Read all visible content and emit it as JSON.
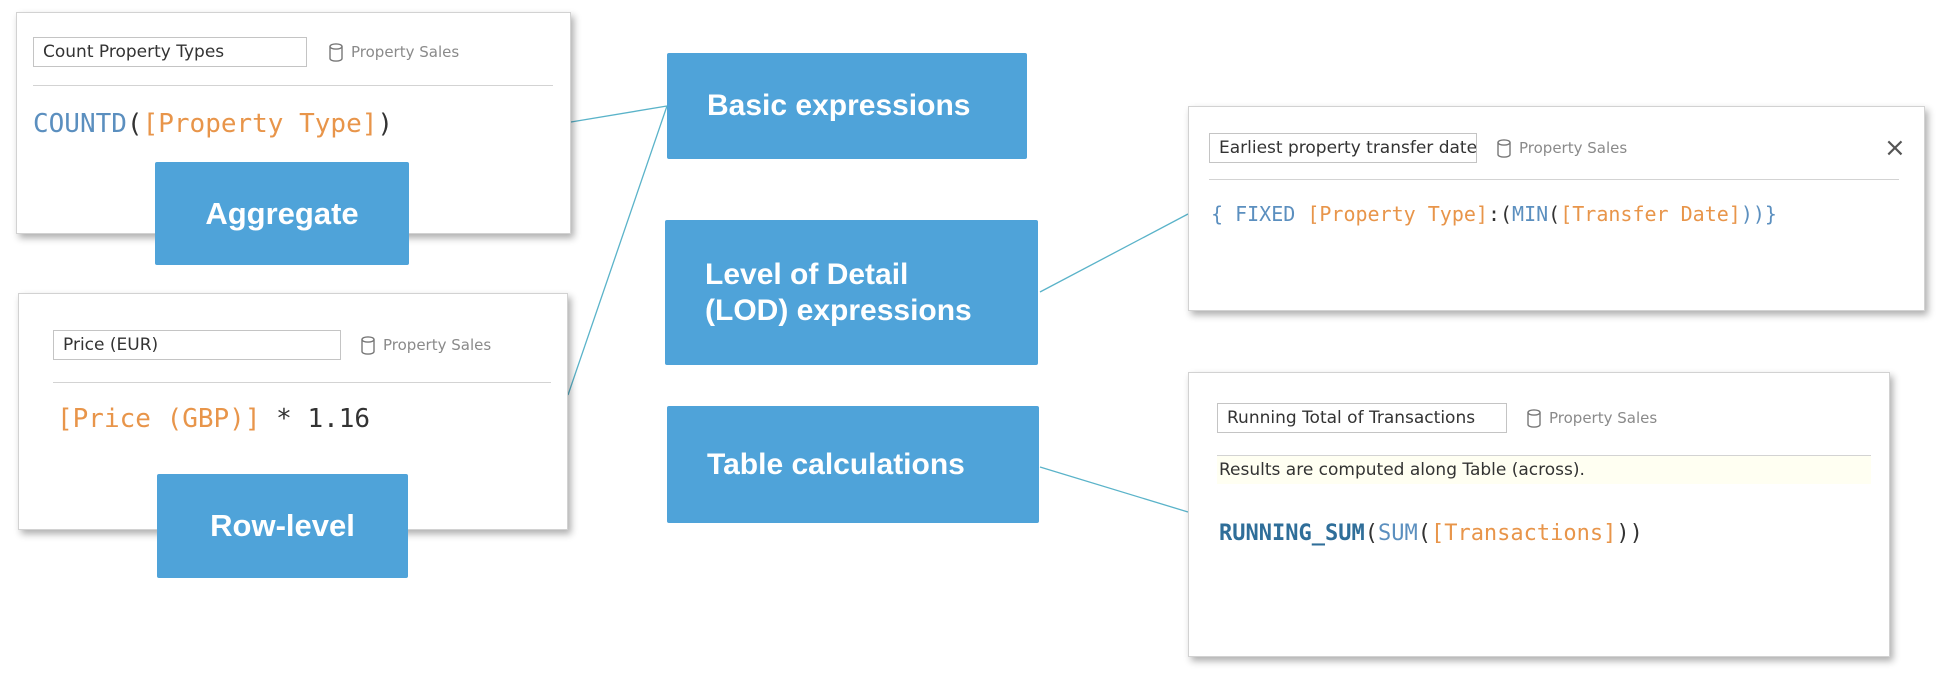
{
  "aggregate_card": {
    "name": "Count Property Types",
    "source": "Property Sales",
    "formula": {
      "fn": "COUNTD",
      "open": "(",
      "field": "[Property Type]",
      "close": ")"
    }
  },
  "rowlevel_card": {
    "name": "Price (EUR)",
    "source": "Property Sales",
    "formula": {
      "field": "[Price (GBP)]",
      "rest": " * 1.16"
    }
  },
  "lod_card": {
    "name": "Earliest property transfer date",
    "source": "Property Sales",
    "close_icon": "×",
    "formula": {
      "p1": "{ FIXED ",
      "p2": "[Property Type]",
      "p3": ":(",
      "p4": "MIN",
      "p5": "(",
      "p6": "[Transfer Date]",
      "p7": "))}"
    }
  },
  "table_card": {
    "name": "Running Total of Transactions",
    "source": "Property Sales",
    "note": "Results are computed along Table (across).",
    "formula": {
      "p1": "RUNNING_SUM",
      "p2": "(",
      "p3": "SUM",
      "p4": "(",
      "p5": "[Transactions]",
      "p6": "))"
    }
  },
  "labels": {
    "basic": "Basic expressions",
    "aggregate": "Aggregate",
    "rowlevel": "Row-level",
    "lod": "Level of Detail\n(LOD) expressions",
    "table": "Table calculations"
  },
  "colors": {
    "label_bg": "#4fa3d9",
    "function": "#5b8fbf",
    "field": "#e8954a",
    "connector": "#5ab3c9"
  }
}
